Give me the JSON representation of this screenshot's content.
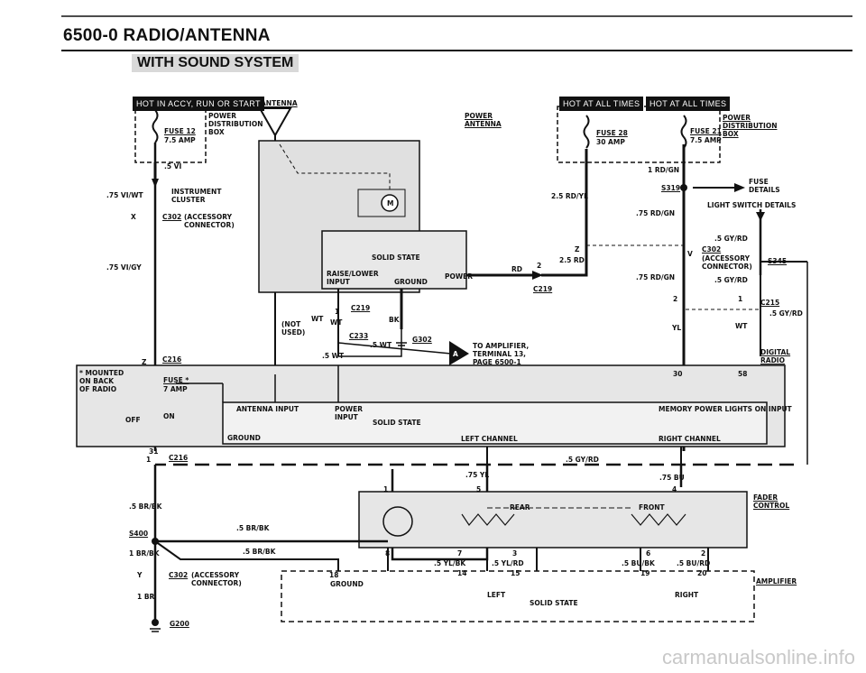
{
  "header": {
    "title": "6500-0 RADIO/ANTENNA",
    "subtitle": "WITH SOUND SYSTEM"
  },
  "hot_labels": {
    "left": "HOT IN ACCY, RUN OR START",
    "mid": "HOT AT ALL TIMES",
    "right": "HOT AT ALL TIMES"
  },
  "left_top": {
    "fuse12": "FUSE 12",
    "fuse12_amp": "7.5 AMP",
    "power_dist": "POWER\nDISTRIBUTION\nBOX",
    "antenna": "ANTENNA",
    "wire_5vi": ".5 VI",
    "wire_75viwt": ".75 VI/WT",
    "instrument": "INSTRUMENT\nCLUSTER",
    "x": "X",
    "c302": "C302",
    "accessory_conn": "(ACCESSORY\nCONNECTOR)",
    "wire_75vigy": ".75 VI/GY",
    "z": "Z",
    "c216": "C216"
  },
  "power_antenna": {
    "label": "POWER\nANTENNA",
    "m": "M",
    "solid_state": "SOLID STATE",
    "raise_lower": "RAISE/LOWER\nINPUT",
    "ground": "GROUND",
    "power": "POWER",
    "rd": "RD",
    "two": "2",
    "c219": "C219",
    "one": "1",
    "c219b": "C219",
    "not_used": "(NOT\nUSED)",
    "wt1": "WT",
    "wt2": "WT",
    "bk": "BK",
    "c233": "C233",
    "g302": "G302",
    "wt5a": ".5 WT",
    "wt5b": ".5 WT",
    "to_amp": "TO AMPLIFIER,\nTERMINAL 13,\nPAGE 6500-1",
    "arrow_a": "A"
  },
  "right_top": {
    "fuse28": "FUSE 28",
    "fuse28_amp": "30 AMP",
    "fuse21": "FUSE 21",
    "fuse21_amp": "7.5 AMP",
    "power_dist": "POWER\nDISTRIBUTION\nBOX",
    "rdgn1": "1 RD/GN",
    "s319": "S319",
    "fuse_details": "FUSE\nDETAILS",
    "light_switch": "LIGHT SWITCH DETAILS",
    "rdyl": "2.5 RD/YL",
    "rdgn75a": ".75 RD/GN",
    "gyrd5a": ".5 GY/RD",
    "z": "Z",
    "v": "V",
    "rd25": "2.5 RD",
    "c302": "C302",
    "accessory_conn": "(ACCESSORY\nCONNECTOR)",
    "s345": "S345",
    "gyrd5b": ".5 GY/RD",
    "rdgn75b": ".75 RD/GN",
    "two": "2",
    "one": "1",
    "c215": "C215",
    "gyrd5c": ".5 GY/RD",
    "yl": "YL",
    "wt": "WT",
    "digital_radio": "DIGITAL\nRADIO"
  },
  "radio": {
    "mounted": "* MOUNTED\nON BACK\nOF RADIO",
    "fuse_star": "FUSE *",
    "fuse_amp": "7 AMP",
    "off": "OFF",
    "on": "ON",
    "n30": "30",
    "n58": "58",
    "antenna_input": "ANTENNA INPUT",
    "power_input": "POWER\nINPUT",
    "solid_state": "SOLID STATE",
    "memory": "MEMORY POWER  LIGHTS ON INPUT",
    "ground": "GROUND",
    "left_ch": "LEFT CHANNEL",
    "right_ch": "RIGHT CHANNEL",
    "n31": "31"
  },
  "lower": {
    "one": "1",
    "c216": "C216",
    "gyrd5": ".5 GY/RD",
    "yl75": ".75 YL",
    "bu75": ".75 BU",
    "n1": "1",
    "n5": "5",
    "n4": "4",
    "brbk5a": ".5 BR/BK",
    "rear": "REAR",
    "front": "FRONT",
    "fader": "FADER\nCONTROL",
    "s400": "S400",
    "brbk5b": ".5 BR/BK",
    "brbk1": "1 BR/BK",
    "brbk5c": ".5 BR/BK",
    "n8": "8",
    "n7": "7",
    "n3": "3",
    "n6": "6",
    "n2": "2",
    "ylbk": ".5 YL/BK",
    "ylrd": ".5 YL/RD",
    "bubk": ".5 BU/BK",
    "burd": ".5 BU/RD",
    "n14": "14",
    "n15": "15",
    "n19": "19",
    "n20": "20",
    "y": "Y",
    "c302": "C302",
    "accessory_conn": "(ACCESSORY\nCONNECTOR)",
    "n18": "18",
    "ground": "GROUND",
    "amplifier": "AMPLIFIER",
    "br1": "1 BR",
    "left": "LEFT",
    "solid_state": "SOLID STATE",
    "right": "RIGHT",
    "g200": "G200"
  },
  "footer": {
    "watermark": "carmanualsonline.info"
  }
}
